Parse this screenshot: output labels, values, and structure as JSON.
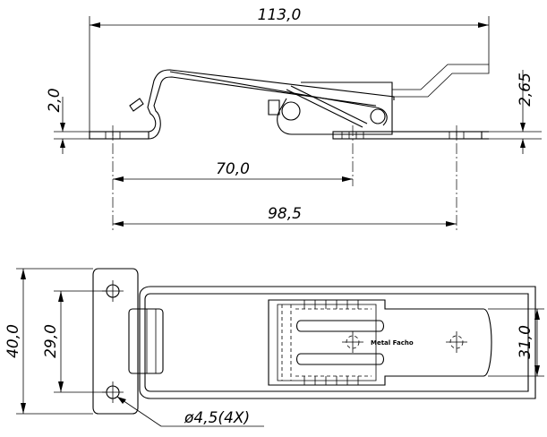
{
  "dimensions": {
    "overall_length": "113,0",
    "thickness": "2,0",
    "height_right": "2,65",
    "hole_spacing_short": "70,0",
    "hole_spacing_long": "98,5",
    "base_width": "40,0",
    "hole_pitch_vertical": "29,0",
    "strike_width": "31,0",
    "hole_diameter": "ø4,5(4X)"
  },
  "logo_text": "Metal Facho"
}
